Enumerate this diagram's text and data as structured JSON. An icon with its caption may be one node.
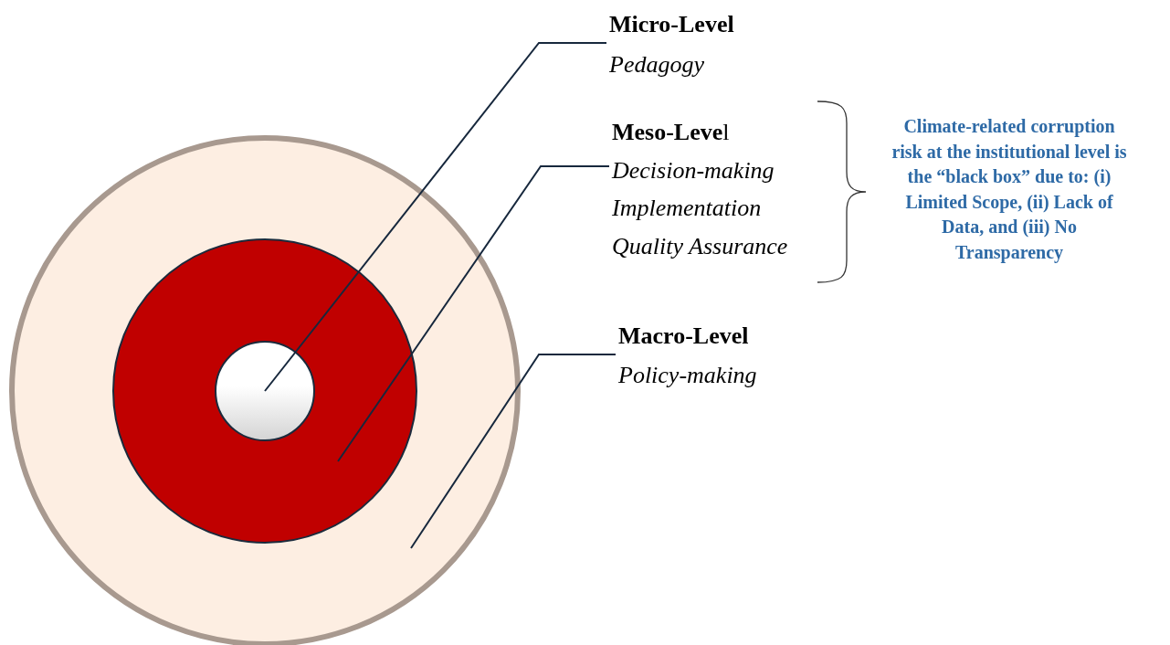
{
  "diagram": {
    "nodes": [
      {
        "text": [],
        "shape": "circle"
      },
      {
        "text": [],
        "shape": "circle",
        "in": 0
      },
      {
        "text": [],
        "shape": "circle",
        "in": 1
      },
      {
        "text": [
          "Micro-Level",
          "Pedagogy"
        ]
      },
      {
        "text": [
          "**Meso-Leve**l",
          "Decision-making",
          "Implementation",
          "Quality Assurance"
        ]
      },
      {
        "text": [
          "Macro-Level",
          "Policy-making"
        ]
      }
    ],
    "edges": [
      {
        "from": 3,
        "to": 2,
        "arrow": "none"
      },
      {
        "from": 4,
        "to": 1,
        "arrow": "none"
      },
      {
        "from": 5,
        "to": 0,
        "arrow": "none"
      }
    ],
    "labels": [
      "Climate-related corruption risk at the institutional level is the “black box” due to: (i) Limited Scope, (ii) Lack of Data, and (iii) No Transparency"
    ]
  }
}
